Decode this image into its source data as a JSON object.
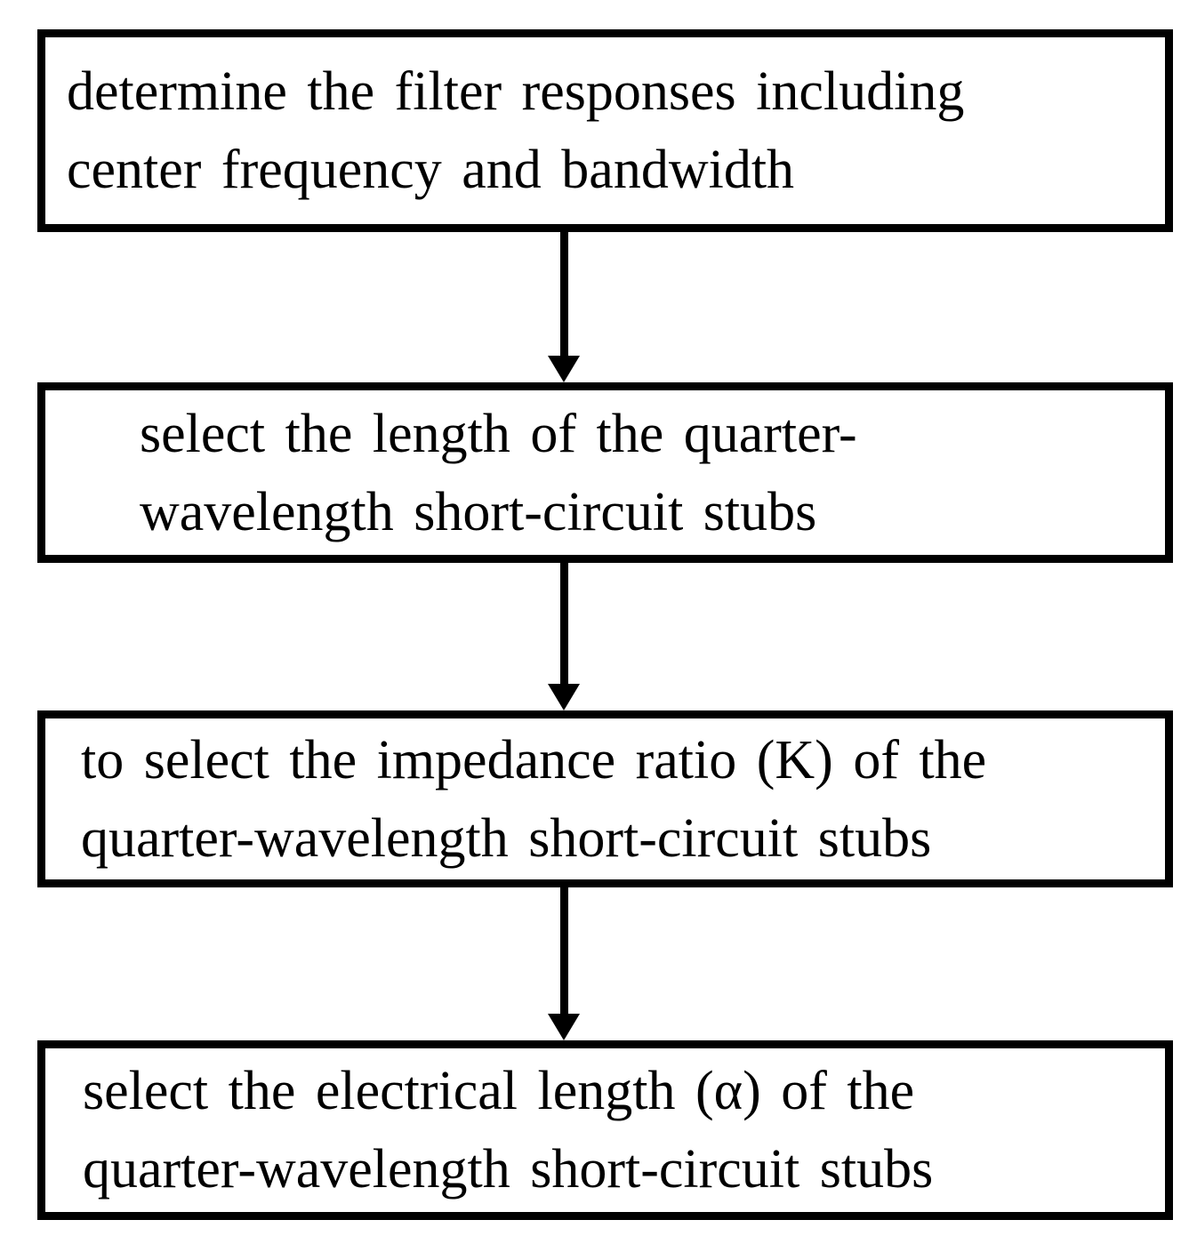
{
  "figure": {
    "type": "flowchart",
    "colors": {
      "ink": "#000000",
      "background": "#ffffff"
    }
  },
  "flowchart": {
    "boxes": [
      {
        "id": "step-1",
        "lines": [
          "determine the filter responses including",
          "center frequency and bandwidth"
        ]
      },
      {
        "id": "step-2",
        "lines": [
          "select the length of the quarter-",
          "wavelength short-circuit stubs"
        ]
      },
      {
        "id": "step-3",
        "lines": [
          "to select the impedance ratio (K) of the",
          "quarter-wavelength short-circuit stubs"
        ]
      },
      {
        "id": "step-4",
        "lines": [
          "select the electrical length (α) of the",
          "quarter-wavelength short-circuit stubs"
        ]
      }
    ],
    "connectors": [
      {
        "from": "step-1",
        "to": "step-2",
        "direction": "down"
      },
      {
        "from": "step-2",
        "to": "step-3",
        "direction": "down"
      },
      {
        "from": "step-3",
        "to": "step-4",
        "direction": "down"
      }
    ]
  }
}
